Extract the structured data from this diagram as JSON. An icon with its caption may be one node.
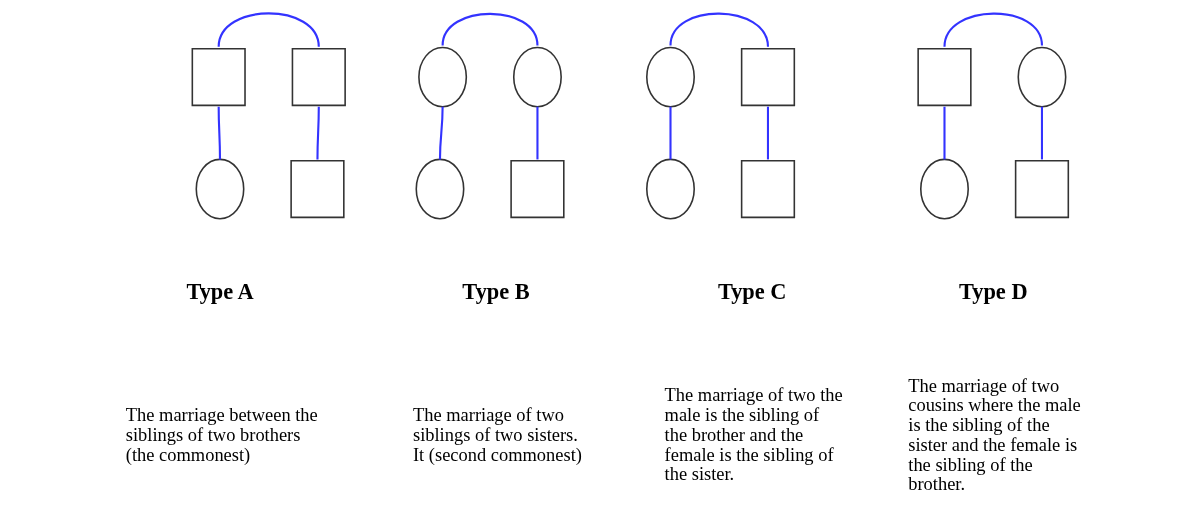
{
  "diagram": {
    "nodes": [
      {
        "text": [],
        "shape": "box"
      },
      {
        "text": [],
        "shape": "box"
      },
      {
        "text": [],
        "shape": "circle"
      },
      {
        "text": [],
        "shape": "box"
      },
      {
        "text": [],
        "shape": "circle"
      },
      {
        "text": [],
        "shape": "circle"
      },
      {
        "text": [],
        "shape": "circle"
      },
      {
        "text": [],
        "shape": "box"
      },
      {
        "text": [],
        "shape": "circle"
      },
      {
        "text": [],
        "shape": "box"
      },
      {
        "text": [],
        "shape": "circle"
      },
      {
        "text": [],
        "shape": "box"
      },
      {
        "text": [],
        "shape": "box"
      },
      {
        "text": [],
        "shape": "circle"
      },
      {
        "text": [],
        "shape": "circle"
      },
      {
        "text": [],
        "shape": "box"
      }
    ],
    "edges": [
      {
        "from": 0,
        "to": 1,
        "arrow": "none"
      },
      {
        "from": 0,
        "to": 2,
        "arrow": "none"
      },
      {
        "from": 1,
        "to": 3,
        "arrow": "none"
      },
      {
        "from": 4,
        "to": 5,
        "arrow": "none"
      },
      {
        "from": 4,
        "to": 6,
        "arrow": "none"
      },
      {
        "from": 5,
        "to": 7,
        "arrow": "none"
      },
      {
        "from": 8,
        "to": 9,
        "arrow": "none"
      },
      {
        "from": 8,
        "to": 10,
        "arrow": "none"
      },
      {
        "from": 9,
        "to": 11,
        "arrow": "none"
      },
      {
        "from": 12,
        "to": 13,
        "arrow": "none"
      },
      {
        "from": 12,
        "to": 14,
        "arrow": "none"
      },
      {
        "from": 13,
        "to": 15,
        "arrow": "none"
      }
    ],
    "labels": [
      "Type A",
      "Type B",
      "Type C",
      "Type D",
      "The marriage between the siblings of two brothers (the commonest)",
      "The marriage of two siblings of two sisters. It (second commonest)",
      "The marriage of two the male is the sibling of the brother and the female is the sibling of the sister.",
      "The marriage of two cousins where the male is the sibling of the sister and the female is the sibling of the brother."
    ]
  }
}
